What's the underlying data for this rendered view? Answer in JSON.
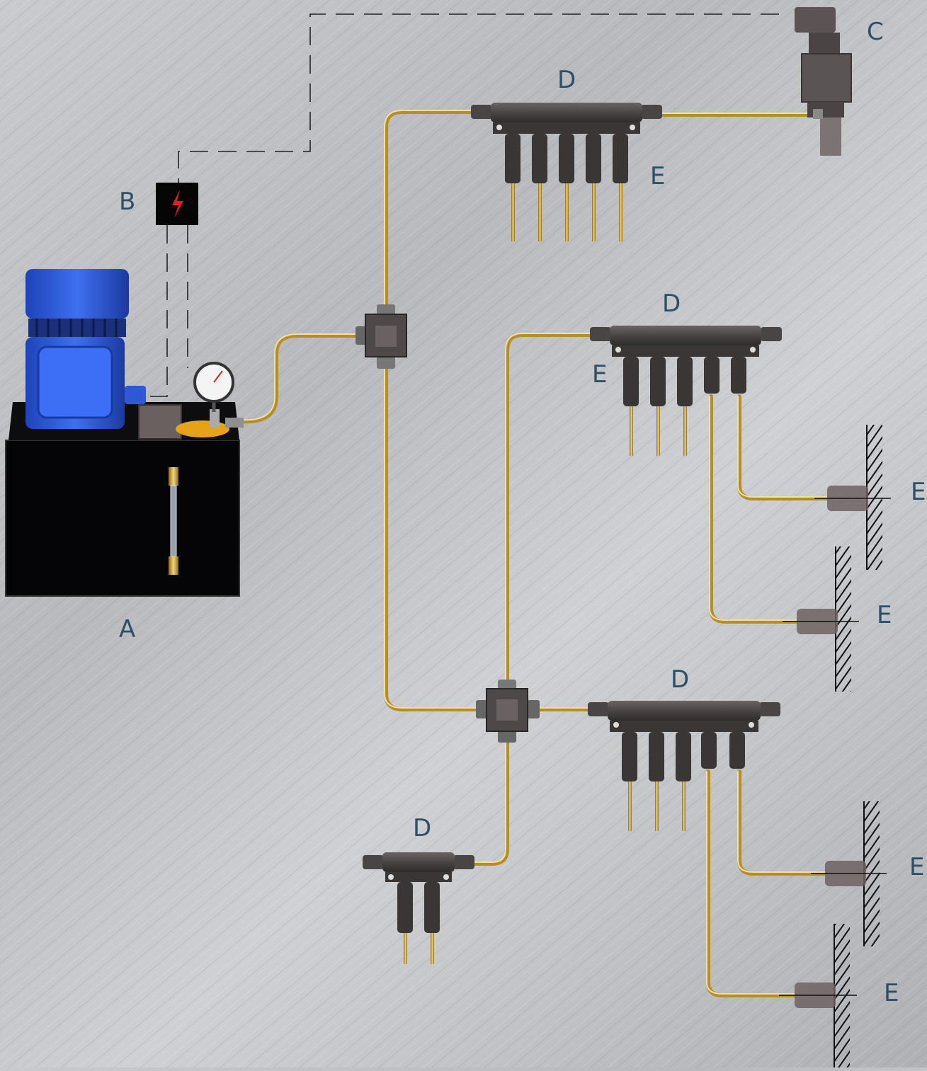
{
  "labels": {
    "pump_unit": "A",
    "controller": "B",
    "pressure_switch": "C",
    "distributor": "D",
    "lube_point": "E"
  },
  "colors": {
    "tube": "#c9a13a",
    "tube_highlight": "#f2dc8a",
    "metal_dark": "#4a4646",
    "motor_blue": "#2d58d6",
    "tank_black": "#050508",
    "controller_red": "#e02020",
    "label_text": "#2f4f66"
  },
  "icons": {
    "controller": "lightning-icon",
    "gauge": "pressure-gauge-icon"
  }
}
